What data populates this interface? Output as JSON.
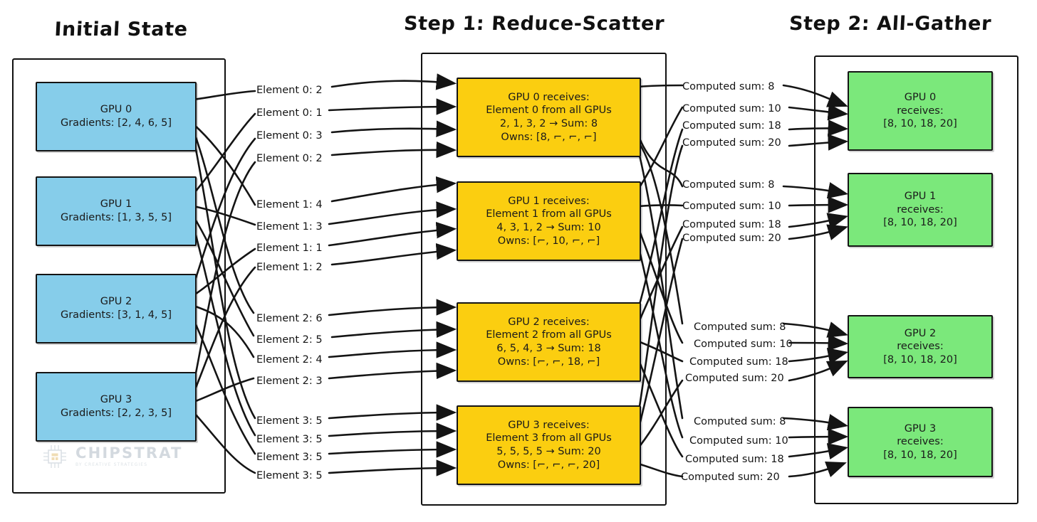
{
  "titles": {
    "initial": "Initial State",
    "step1": "Step 1: Reduce-Scatter",
    "step2": "Step 2: All-Gather"
  },
  "initial_state": {
    "gpus": [
      {
        "name": "GPU 0",
        "gradients": "Gradients: [2, 4, 6, 5]"
      },
      {
        "name": "GPU 1",
        "gradients": "Gradients: [1, 3, 5, 5]"
      },
      {
        "name": "GPU 2",
        "gradients": "Gradients: [3, 1, 4, 5]"
      },
      {
        "name": "GPU 3",
        "gradients": "Gradients: [2, 2, 3, 5]"
      }
    ]
  },
  "reduce_scatter": {
    "edge_labels": [
      "Element 0: 2",
      "Element 0: 1",
      "Element 0: 3",
      "Element 0: 2",
      "Element 1: 4",
      "Element 1: 3",
      "Element 1: 1",
      "Element 1: 2",
      "Element 2: 6",
      "Element 2: 5",
      "Element 2: 4",
      "Element 2: 3",
      "Element 3: 5",
      "Element 3: 5",
      "Element 3: 5",
      "Element 3: 5"
    ],
    "boxes": [
      {
        "line1": "GPU 0 receives:",
        "line2": "Element 0 from all GPUs",
        "line3": "2, 1, 3, 2 → Sum: 8",
        "line4": "Owns: [8, ⌐, ⌐, ⌐]"
      },
      {
        "line1": "GPU 1 receives:",
        "line2": "Element 1 from all GPUs",
        "line3": "4, 3, 1, 2 → Sum: 10",
        "line4": "Owns: [⌐, 10, ⌐, ⌐]"
      },
      {
        "line1": "GPU 2 receives:",
        "line2": "Element 2 from all GPUs",
        "line3": "6, 5, 4, 3 → Sum: 18",
        "line4": "Owns: [⌐, ⌐, 18, ⌐]"
      },
      {
        "line1": "GPU 3 receives:",
        "line2": "Element 3 from all GPUs",
        "line3": "5, 5, 5, 5 → Sum: 20",
        "line4": "Owns: [⌐, ⌐, ⌐, 20]"
      }
    ]
  },
  "all_gather": {
    "edge_labels": [
      "Computed sum: 8",
      "Computed sum: 10",
      "Computed sum: 18",
      "Computed sum: 20",
      "Computed sum: 8",
      "Computed sum: 10",
      "Computed sum: 18",
      "Computed sum: 20",
      "Computed sum: 8",
      "Computed sum: 10",
      "Computed sum: 18",
      "Computed sum: 20",
      "Computed sum: 8",
      "Computed sum: 10",
      "Computed sum: 18",
      "Computed sum: 20"
    ],
    "boxes": [
      {
        "name": "GPU 0",
        "verb": "receives:",
        "values": "[8, 10, 18, 20]"
      },
      {
        "name": "GPU 1",
        "verb": "receives:",
        "values": "[8, 10, 18, 20]"
      },
      {
        "name": "GPU 2",
        "verb": "receives:",
        "values": "[8, 10, 18, 20]"
      },
      {
        "name": "GPU 3",
        "verb": "receives:",
        "values": "[8, 10, 18, 20]"
      }
    ]
  },
  "watermark": {
    "name": "CHIPSTRAT",
    "tagline": "BY CREATIVE STRATEGIES"
  },
  "colors": {
    "initial_box": "#86CDEA",
    "reduce_box": "#FBCE10",
    "gather_box": "#7BE87B",
    "ink": "#141414",
    "background": "#FFFFFF"
  }
}
